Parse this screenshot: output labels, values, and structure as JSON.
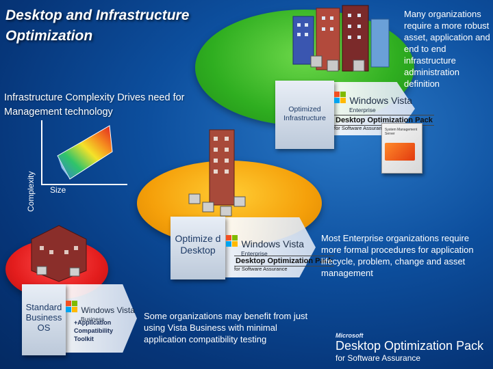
{
  "title": "Desktop and  Infrastructure Optimization",
  "subtitle": "Infrastructure Complexity Drives need for Management technology",
  "notes": {
    "top": "Many organizations require a more robust asset, application and end to end infrastructure administration definition",
    "middle": "Most Enterprise organizations require more formal procedures for application lifecycle, problem, change and asset management",
    "bottom": "Some organizations may benefit from just using Vista Business with minimal application compatibility testing"
  },
  "levels": {
    "optimized": "Optimized Infrastructure",
    "desktop": "Optimize d Desktop",
    "standard": "Standard Business OS"
  },
  "products": {
    "vista": "Windows Vista",
    "enterprise": "Enterprise",
    "business": "Business",
    "dop": "Desktop Optimization Pack",
    "dop_sub": "for Software Assurance",
    "toolkit": "+Application Compatibility Toolkit",
    "box_caption": "System Management Server"
  },
  "chart": {
    "ylabel": "Complexity",
    "xlabel": "Size"
  },
  "logo": {
    "maker": "Microsoft",
    "product": "Desktop Optimization Pack",
    "suffix": "for Software Assurance"
  },
  "colors": {
    "background": "#0d4f9e",
    "green_level": "#2fae20",
    "orange_level": "#f5a00a",
    "red_level": "#e31d1d"
  }
}
